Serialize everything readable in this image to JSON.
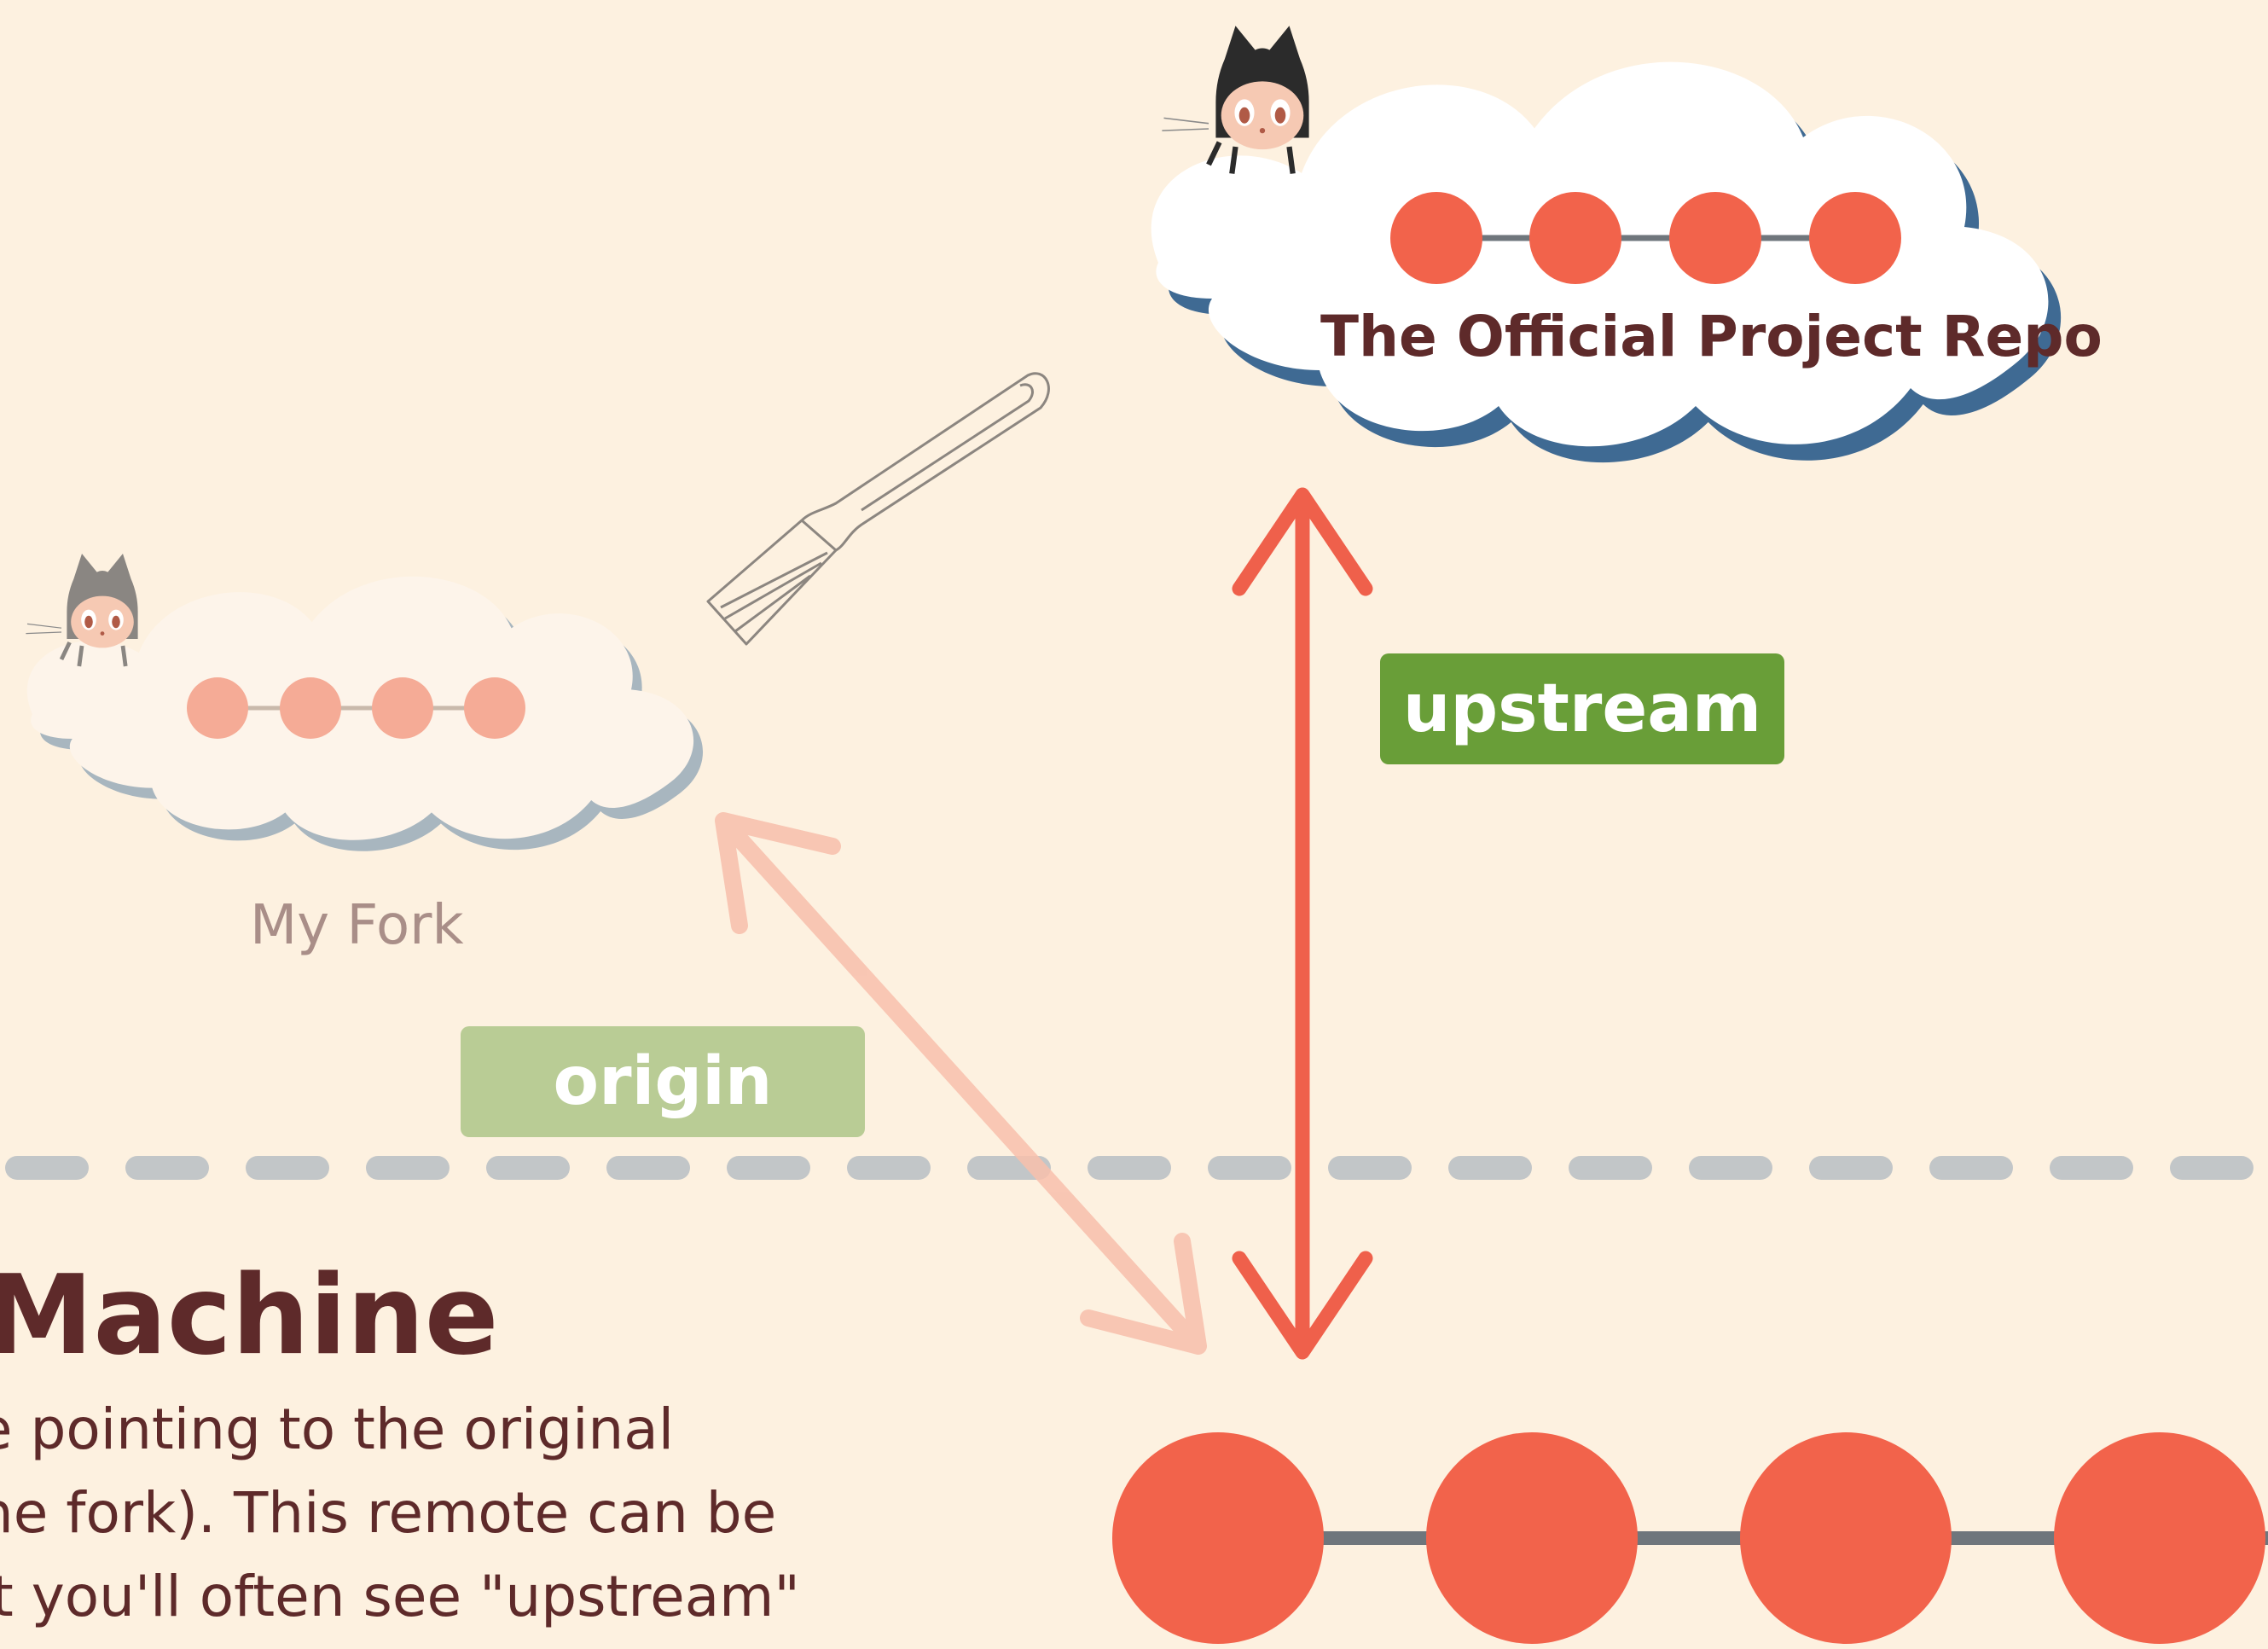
{
  "official_repo": {
    "label": "The Official Project Repo"
  },
  "my_fork": {
    "label": "My Fork"
  },
  "remotes": {
    "upstream": "upstream",
    "origin": "origin"
  },
  "local_machine": {
    "heading": "Machine",
    "description_lines": [
      "te pointing to the original",
      "the fork).  This remote can be",
      "ut you'll often see \"upstream\""
    ]
  },
  "colors": {
    "background": "#fdf1e0",
    "commit": "#f0624a",
    "commit_faded": "#f5ab96",
    "upstream_arrow": "#ef604b",
    "origin_arrow": "#f8bfac",
    "upstream_badge": "#699e38",
    "origin_badge": "#b9cc95",
    "dashed_line": "#c2c6c8",
    "cloud_shadow": "#3f6a93",
    "text_dark": "#5e2a2a"
  },
  "icons": [
    "octocat-icon",
    "fork-icon"
  ]
}
